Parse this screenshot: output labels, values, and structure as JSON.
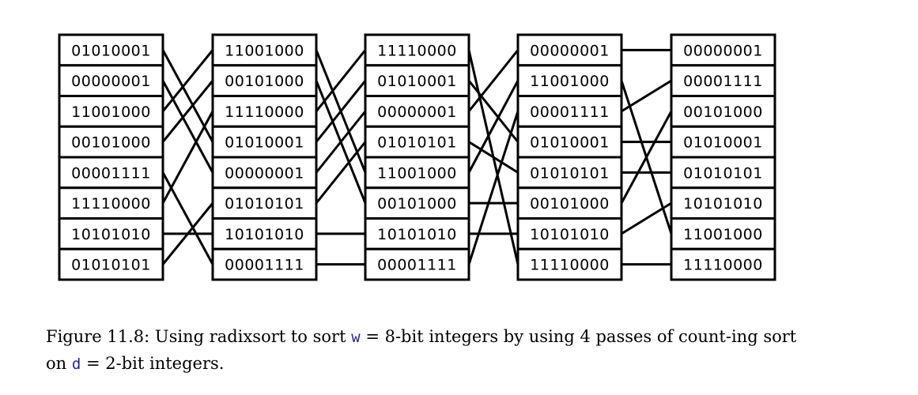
{
  "figure": {
    "columns": [
      [
        "01010001",
        "00000001",
        "11001000",
        "00101000",
        "00001111",
        "11110000",
        "10101010",
        "01010101"
      ],
      [
        "11001000",
        "00101000",
        "11110000",
        "01010001",
        "00000001",
        "01010101",
        "10101010",
        "00001111"
      ],
      [
        "11110000",
        "01010001",
        "00000001",
        "01010101",
        "11001000",
        "00101000",
        "10101010",
        "00001111"
      ],
      [
        "00000001",
        "11001000",
        "00001111",
        "01010001",
        "01010101",
        "00101000",
        "10101010",
        "11110000"
      ],
      [
        "00000001",
        "00001111",
        "00101000",
        "01010001",
        "01010101",
        "10101010",
        "11001000",
        "11110000"
      ]
    ]
  },
  "caption": {
    "prefix": "Figure 11.8: Using radixsort to sort ",
    "var_w": "w",
    "mid": " = 8-bit integers by using 4 passes of count-ing sort on ",
    "var_d": "d",
    "suffix": " = 2-bit integers."
  },
  "colors": {
    "ink": "#000000",
    "code": "#1f1f9a"
  }
}
